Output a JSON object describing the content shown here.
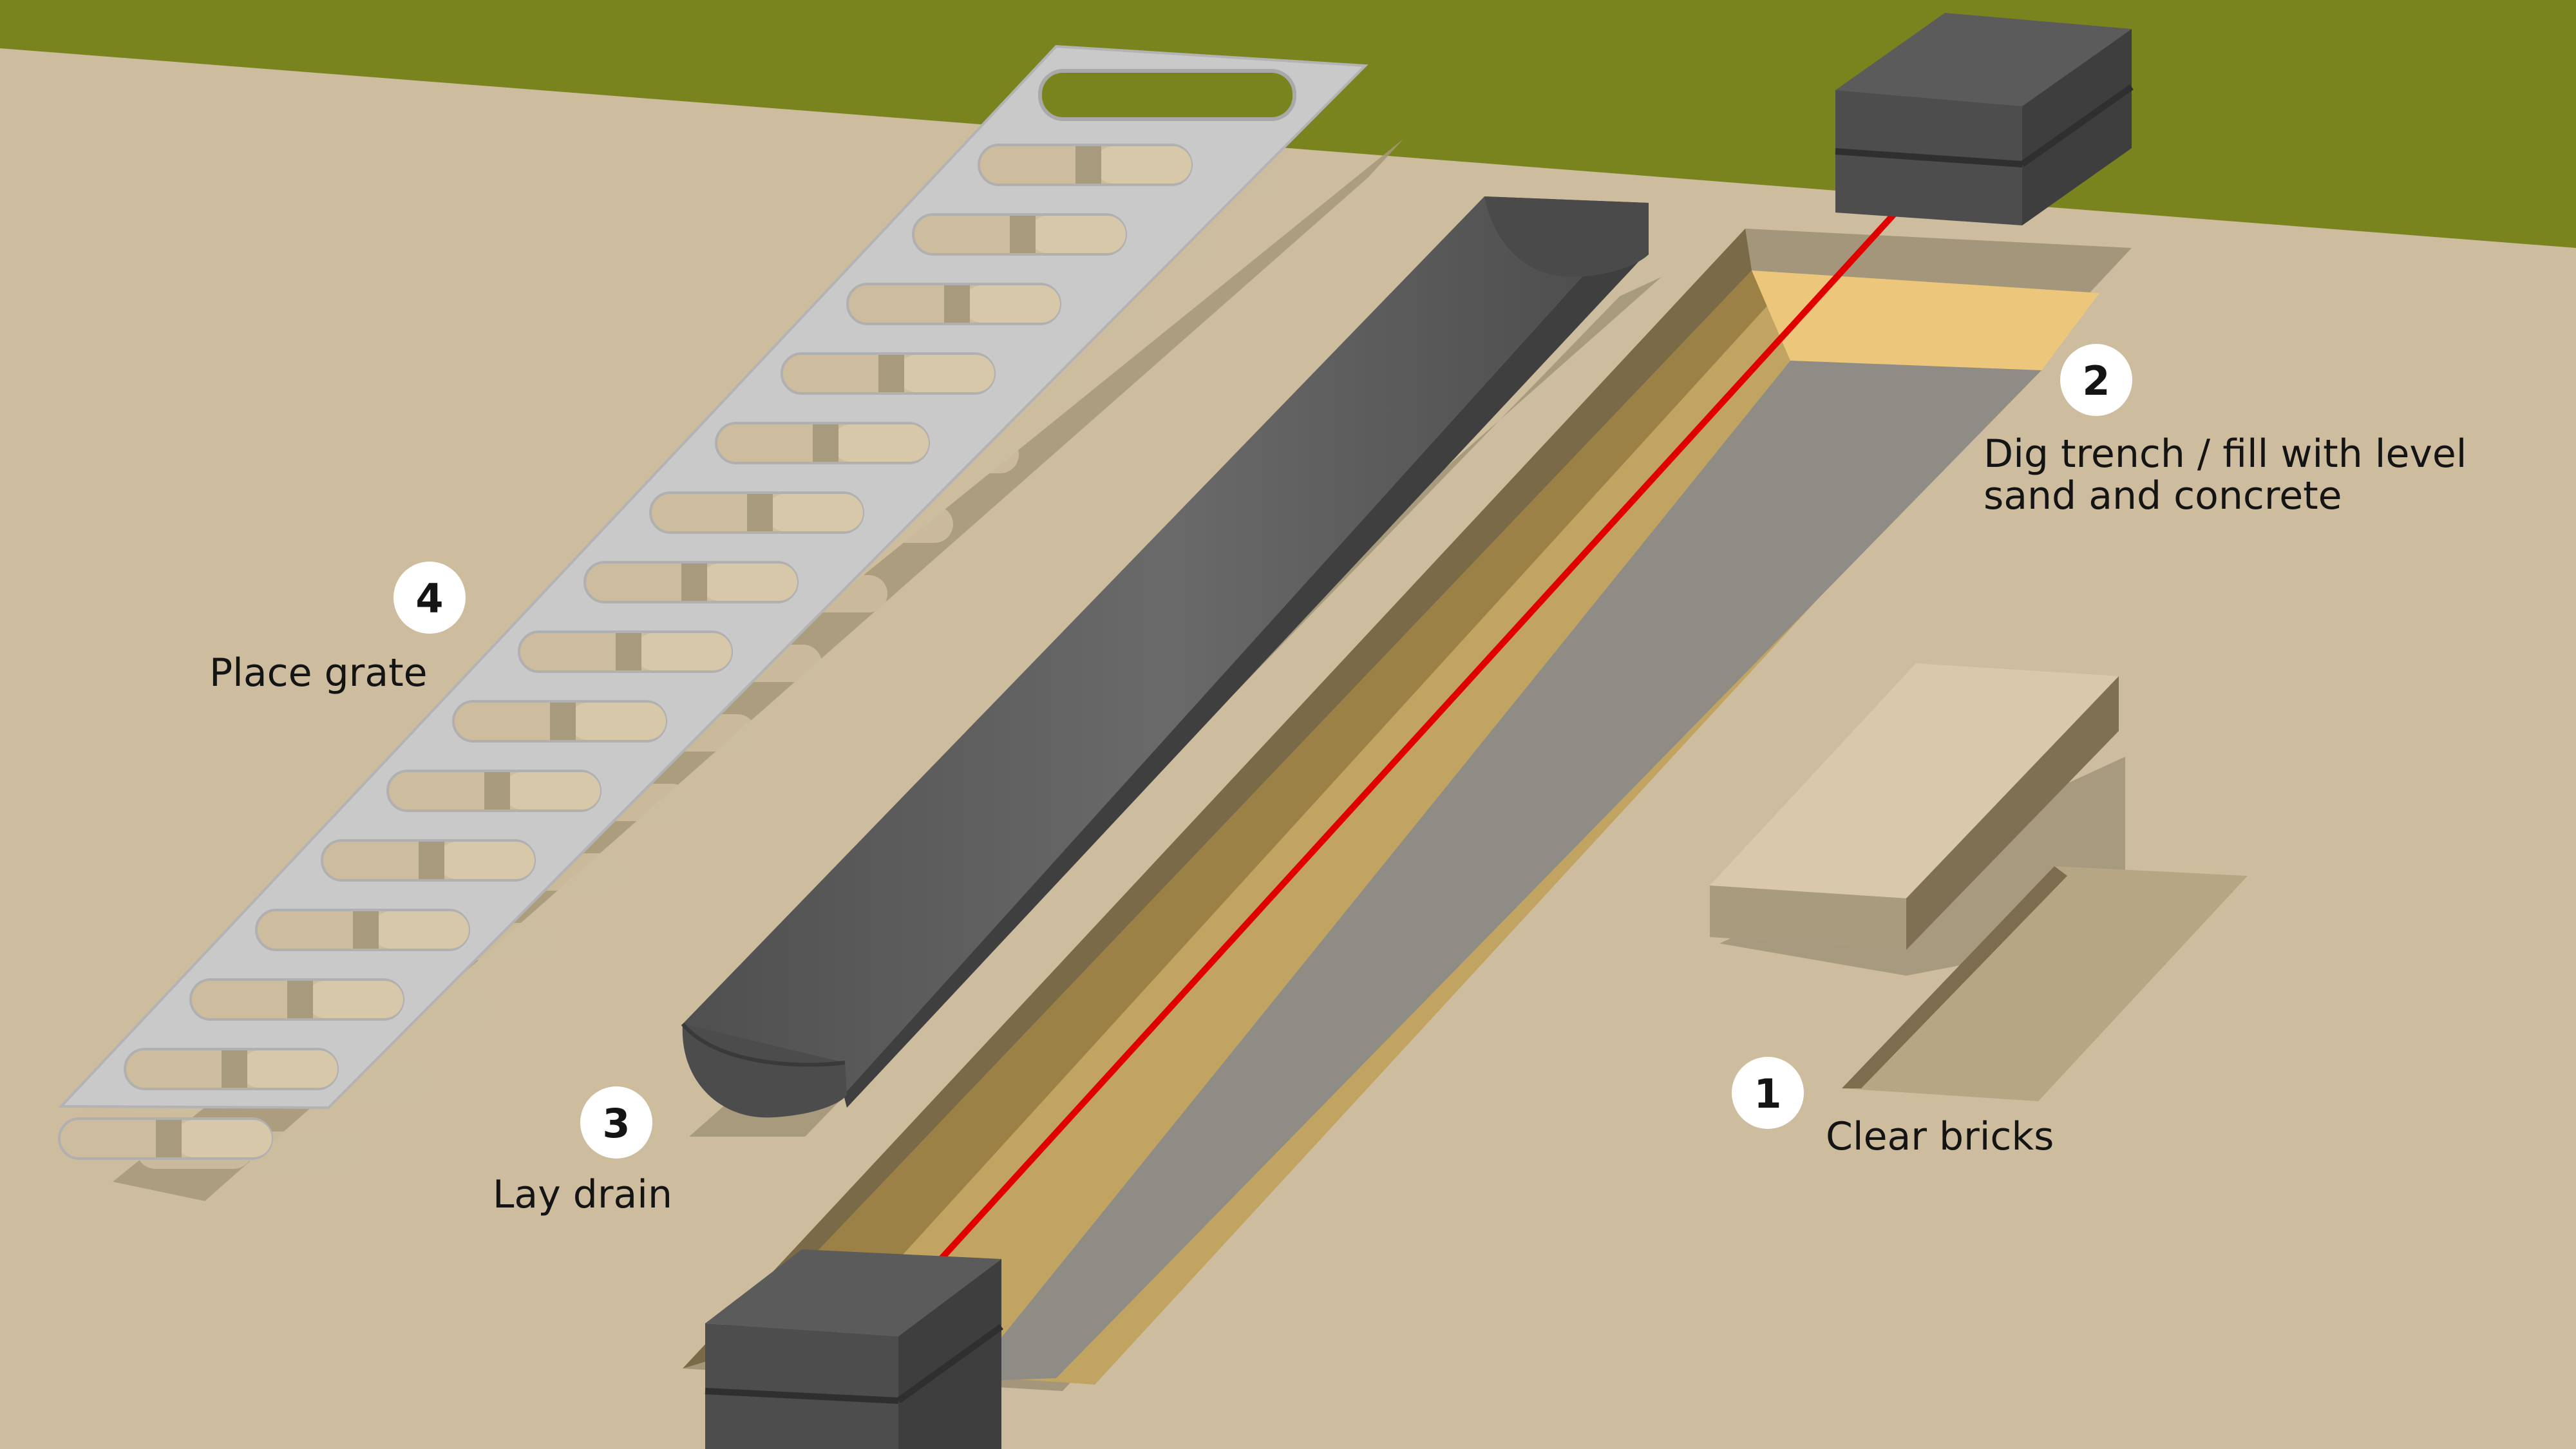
{
  "colors": {
    "ground": "#cdbd9e",
    "grass": "#7a841e",
    "grate": "#c8c8c8",
    "drain": "#5f5f5f",
    "laser": "#e00000",
    "sand": "#c1a461",
    "sand_light": "#ecc77b",
    "concrete": "#8f8c86",
    "block": "#4d4d4d",
    "brick": "#d9c8aa"
  },
  "steps": [
    {
      "number": "1",
      "text_lines": [
        "Clear bricks"
      ]
    },
    {
      "number": "2",
      "text_lines": [
        "Dig trench / fill with level",
        "sand and concrete"
      ]
    },
    {
      "number": "3",
      "text_lines": [
        "Lay drain"
      ]
    },
    {
      "number": "4",
      "text_lines": [
        "Place grate"
      ]
    }
  ]
}
